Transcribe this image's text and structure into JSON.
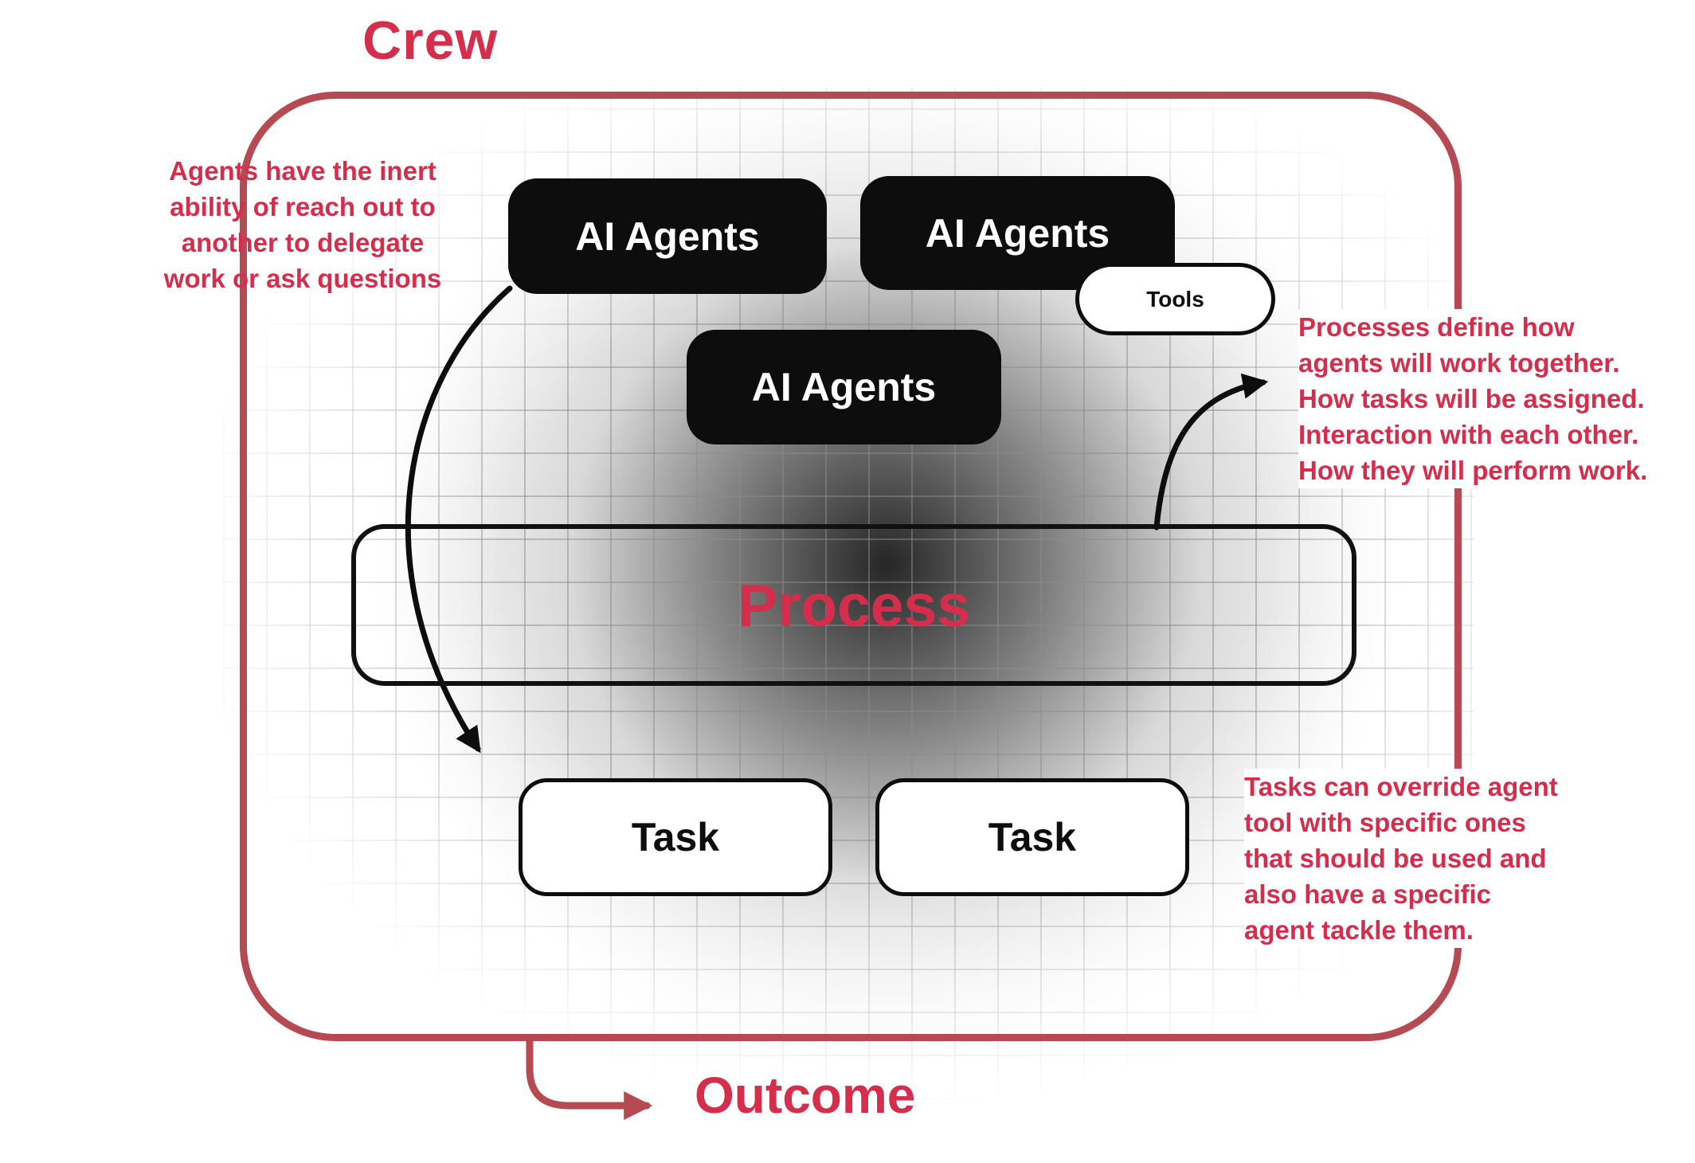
{
  "title": "Crew",
  "outcome_label": "Outcome",
  "nodes": {
    "ai_agents_1": "AI Agents",
    "ai_agents_2": "AI Agents",
    "ai_agents_3": "AI Agents",
    "tools": "Tools",
    "process": "Process",
    "task_1": "Task",
    "task_2": "Task"
  },
  "annotations": {
    "left": "Agents have the inert\nability of reach out to\nanother to delegate\nwork or ask questions",
    "right_top": "Processes define how\nagents will work together.\nHow tasks will be assigned.\nInteraction with each other.\nHow they will perform work.",
    "right_bottom": "Tasks can override agent\ntool with specific ones\nthat should be used and\nalso have a specific\nagent tackle them."
  },
  "colors": {
    "brand_red": "#d52e4d",
    "frame_red": "#b54a52",
    "node_black": "#0d0d0d"
  }
}
